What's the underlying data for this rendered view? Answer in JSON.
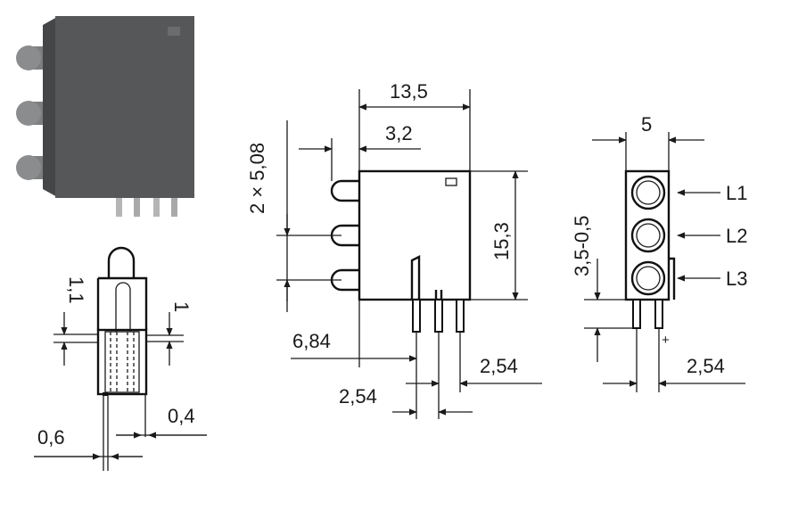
{
  "photo": {
    "body_color": "#555759",
    "led_color": "#8a8c8e",
    "pin_color": "#b5b5b5"
  },
  "side_view": {
    "dim_top_left": "1,1",
    "dim_top_right": "1",
    "dim_bottom_right": "0,4",
    "dim_bottom_left": "0,6"
  },
  "front_view": {
    "dim_width": "13,5",
    "dim_led_offset": "3,2",
    "dim_pitch": "2 × 5,08",
    "dim_height": "15,3",
    "dim_pin_offset": "6,84",
    "dim_pitch_right": "2,54",
    "dim_pitch_bottom": "2,54"
  },
  "end_view": {
    "dim_width": "5",
    "dim_standoff": "3,5-0,5",
    "dim_pitch": "2,54",
    "plus_mark": "+",
    "labels": [
      "L1",
      "L2",
      "L3"
    ]
  }
}
